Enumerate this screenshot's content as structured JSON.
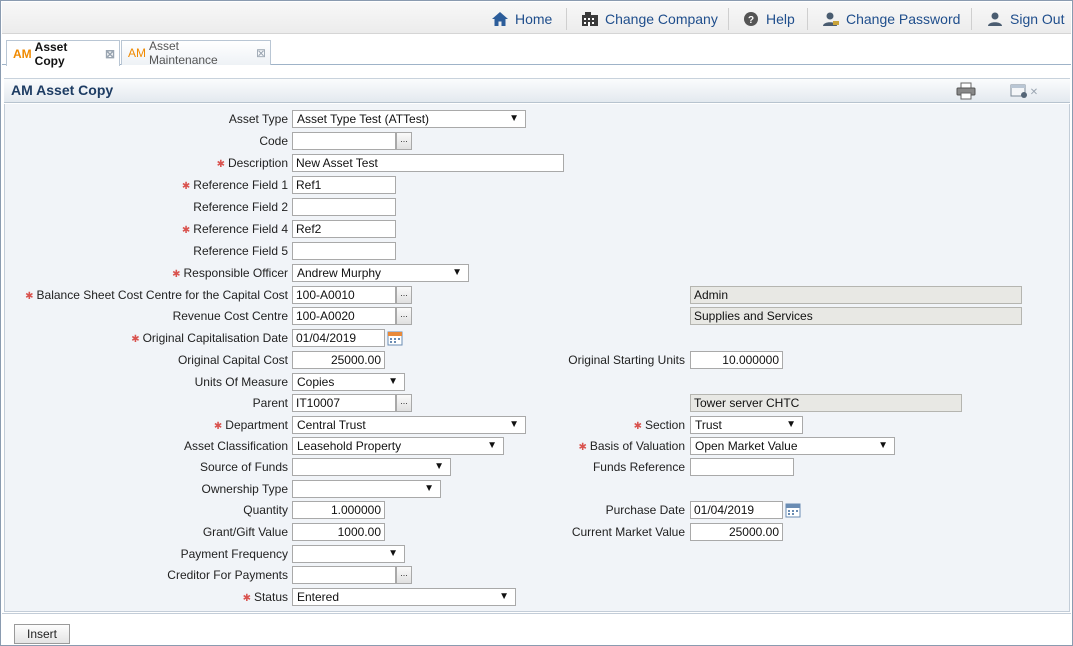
{
  "nav": {
    "home": "Home",
    "change_company": "Change Company",
    "help": "Help",
    "change_password": "Change Password",
    "sign_out": "Sign Out"
  },
  "tabs": [
    {
      "prefix": "AM",
      "label": "Asset Copy"
    },
    {
      "prefix": "AM",
      "label": "Asset Maintenance"
    }
  ],
  "panel": {
    "title": "AM Asset Copy"
  },
  "form": {
    "asset_type": {
      "label": "Asset Type",
      "value": "Asset Type Test (ATTest)"
    },
    "code": {
      "label": "Code",
      "value": ""
    },
    "description": {
      "label": "Description",
      "value": "New Asset Test"
    },
    "ref1": {
      "label": "Reference Field 1",
      "value": "Ref1"
    },
    "ref2": {
      "label": "Reference Field 2",
      "value": ""
    },
    "ref4": {
      "label": "Reference Field 4",
      "value": "Ref2"
    },
    "ref5": {
      "label": "Reference Field 5",
      "value": ""
    },
    "responsible_officer": {
      "label": "Responsible Officer",
      "value": "Andrew Murphy"
    },
    "bs_cost_centre": {
      "label": "Balance Sheet Cost Centre for the Capital Cost",
      "value": "100-A0010",
      "desc": "Admin"
    },
    "rev_cost_centre": {
      "label": "Revenue Cost Centre",
      "value": "100-A0020",
      "desc": "Supplies and Services"
    },
    "orig_cap_date": {
      "label": "Original Capitalisation Date",
      "value": "01/04/2019"
    },
    "orig_cap_cost": {
      "label": "Original Capital Cost",
      "value": "25000.00"
    },
    "orig_start_units": {
      "label": "Original Starting Units",
      "value": "10.000000"
    },
    "uom": {
      "label": "Units Of Measure",
      "value": "Copies"
    },
    "parent": {
      "label": "Parent",
      "value": "IT10007",
      "desc": "Tower server CHTC"
    },
    "department": {
      "label": "Department",
      "value": "Central Trust"
    },
    "section": {
      "label": "Section",
      "value": "Trust"
    },
    "asset_class": {
      "label": "Asset Classification",
      "value": "Leasehold Property"
    },
    "basis_valuation": {
      "label": "Basis of Valuation",
      "value": "Open Market Value"
    },
    "source_funds": {
      "label": "Source of Funds",
      "value": ""
    },
    "funds_ref": {
      "label": "Funds Reference",
      "value": ""
    },
    "ownership_type": {
      "label": "Ownership Type",
      "value": ""
    },
    "quantity": {
      "label": "Quantity",
      "value": "1.000000"
    },
    "purchase_date": {
      "label": "Purchase Date",
      "value": "01/04/2019"
    },
    "grant_value": {
      "label": "Grant/Gift Value",
      "value": "1000.00"
    },
    "current_market": {
      "label": "Current Market Value",
      "value": "25000.00"
    },
    "payment_freq": {
      "label": "Payment Frequency",
      "value": ""
    },
    "creditor": {
      "label": "Creditor For Payments",
      "value": ""
    },
    "status": {
      "label": "Status",
      "value": "Entered"
    },
    "required_mark": "✱",
    "lookup_glyph": "...",
    "dropdown_glyph": "▼"
  },
  "footer": {
    "insert_label": "Insert"
  },
  "colors": {
    "accent": "#1d3c63",
    "required": "#d9534f",
    "tab_prefix": "#f08a00"
  }
}
